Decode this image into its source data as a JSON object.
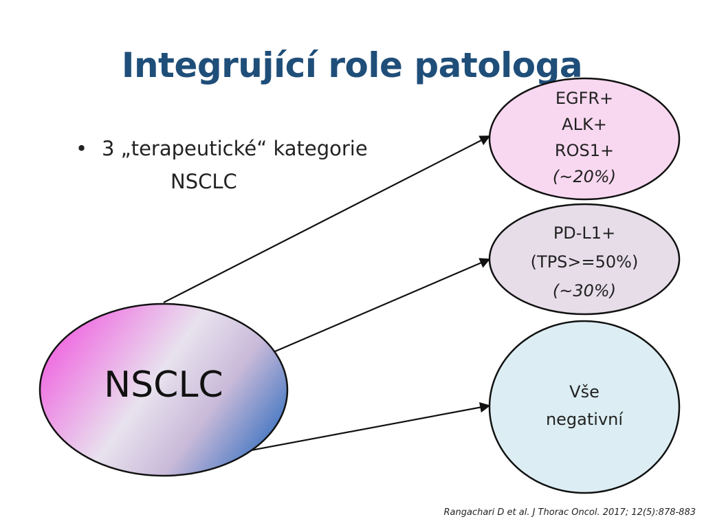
{
  "slide": {
    "title": "Integrující role patologa",
    "bullet": {
      "symbol": "•",
      "line1": "3 „terapeutické“ kategorie",
      "line2": "NSCLC"
    },
    "citation": "Rangachari D et al. J Thorac Oncol. 2017; 12(5):878-883"
  },
  "diagram": {
    "source": {
      "label": "NSCLC"
    },
    "targets": [
      {
        "lines": [
          "EGFR+",
          "ALK+",
          "ROS1+"
        ],
        "pct": "(~20%)",
        "fill": "#F8D8F0"
      },
      {
        "lines": [
          "PD-L1+",
          "(TPS>=50%)"
        ],
        "pct": "(~30%)",
        "fill": "#E6DDE9"
      },
      {
        "lines": [
          "Vše",
          "negativní"
        ],
        "pct": "",
        "fill": "#DCEEF3"
      }
    ]
  },
  "colors": {
    "title": "#1F4E79",
    "source_gradient": [
      "#F060E0",
      "#E8E2EE",
      "#3A72C0"
    ]
  }
}
